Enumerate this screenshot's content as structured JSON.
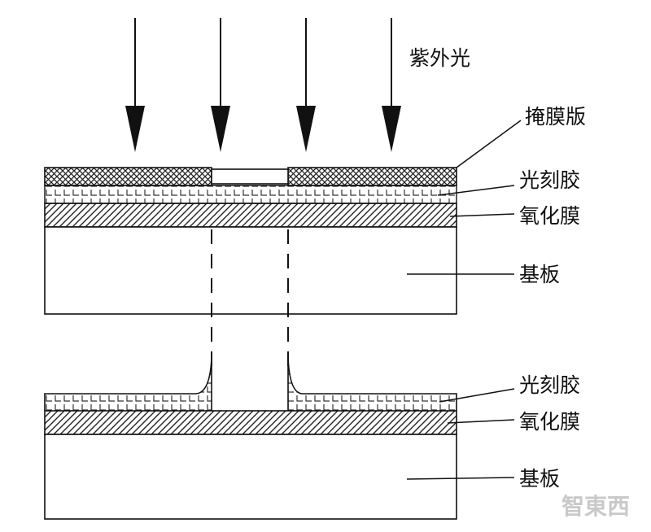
{
  "top": {
    "uv": "紫外光",
    "mask": "掩膜版",
    "photoresist": "光刻胶",
    "oxide": "氧化膜",
    "substrate": "基板"
  },
  "bottom": {
    "photoresist": "光刻胶",
    "oxide": "氧化膜",
    "substrate": "基板"
  },
  "watermark": "智東西",
  "colors": {
    "ink": "#111111",
    "watermark": "#c9c9c9"
  }
}
